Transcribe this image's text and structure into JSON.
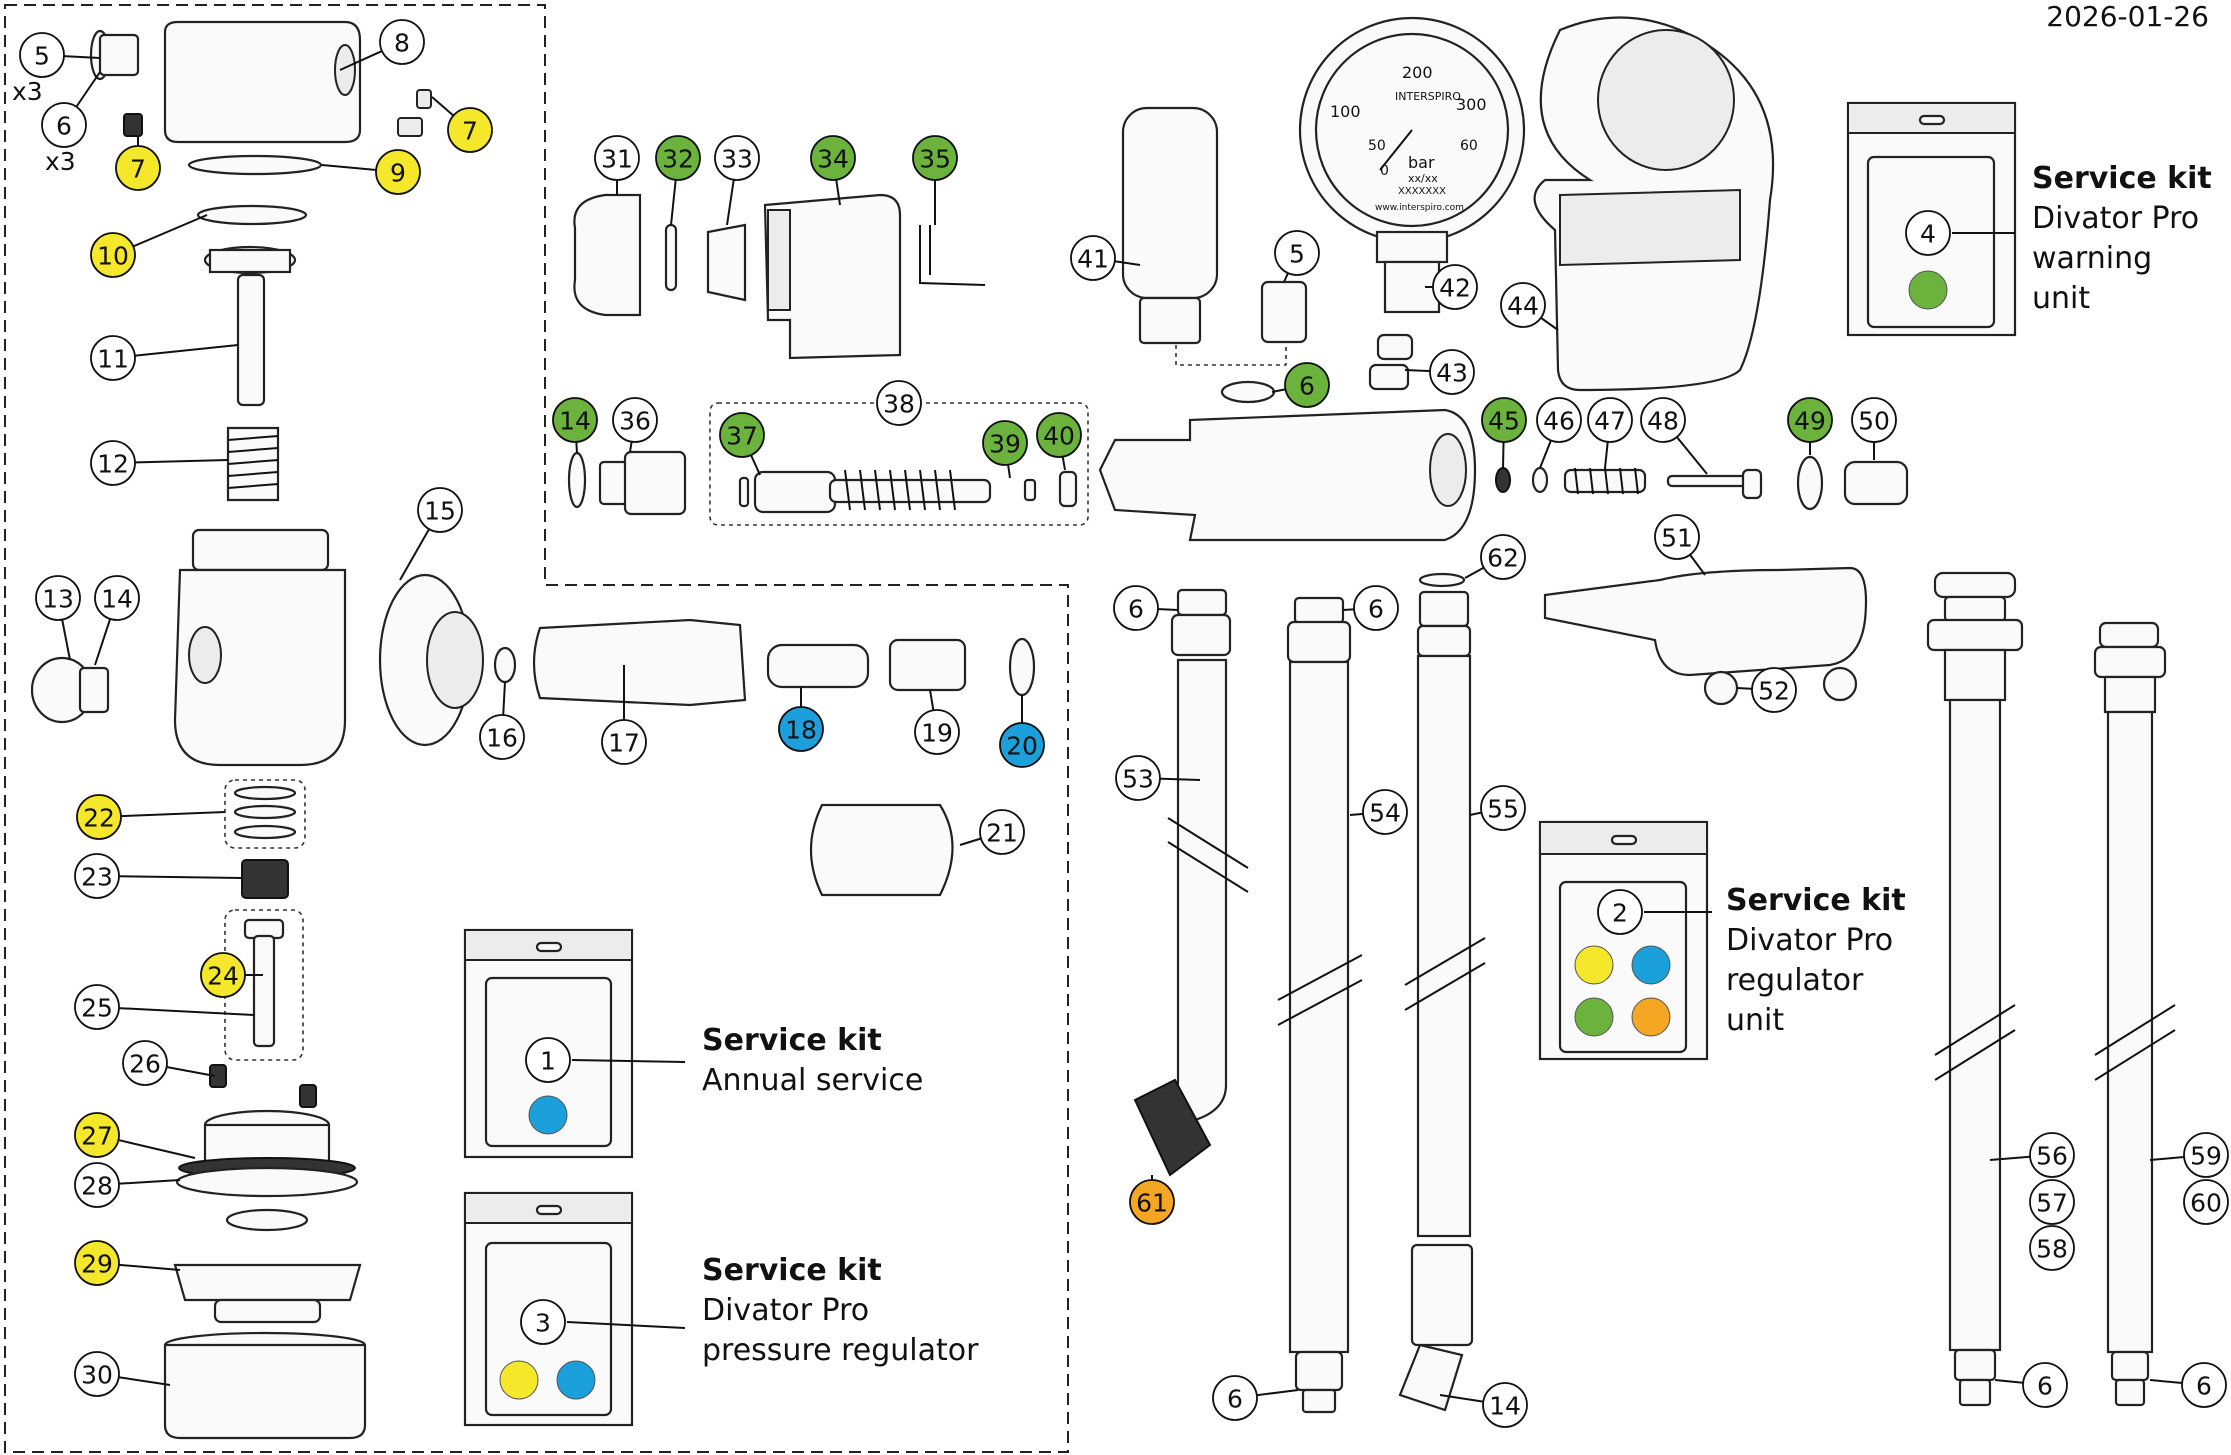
{
  "date": "2026-01-26",
  "colors": {
    "yellow": "#f5e82a",
    "green": "#6cb33e",
    "blue": "#1ba0dc",
    "orange": "#f5a623"
  },
  "kits": [
    {
      "number": "1",
      "title": "Service kit",
      "lines": [
        "Annual service"
      ],
      "dots": [
        "blue"
      ]
    },
    {
      "number": "2",
      "title": "Service kit",
      "lines": [
        "Divator Pro",
        "regulator",
        "unit"
      ],
      "dots": [
        "yellow",
        "blue",
        "green",
        "orange"
      ]
    },
    {
      "number": "3",
      "title": "Service kit",
      "lines": [
        "Divator Pro",
        "pressure regulator"
      ],
      "dots": [
        "yellow",
        "blue"
      ]
    },
    {
      "number": "4",
      "title": "Service kit",
      "lines": [
        "Divator Pro",
        "warning",
        "unit"
      ],
      "dots": [
        "green"
      ]
    }
  ],
  "multipliers": [
    "x3",
    "x3"
  ],
  "gauge": {
    "brand": "INTERSPIRO",
    "unit": "bar",
    "ticks_outer": [
      "100",
      "200",
      "300"
    ],
    "ticks_inner": [
      "50",
      "60"
    ],
    "zero": "0",
    "code": "xx/xx",
    "serial": "XXXXXXX",
    "web": "www.interspiro.com"
  },
  "callouts": [
    {
      "n": "5",
      "c": "white"
    },
    {
      "n": "6",
      "c": "white"
    },
    {
      "n": "8",
      "c": "white"
    },
    {
      "n": "7",
      "c": "yellow"
    },
    {
      "n": "7",
      "c": "yellow"
    },
    {
      "n": "9",
      "c": "yellow"
    },
    {
      "n": "10",
      "c": "yellow"
    },
    {
      "n": "11",
      "c": "white"
    },
    {
      "n": "12",
      "c": "white"
    },
    {
      "n": "13",
      "c": "white"
    },
    {
      "n": "14",
      "c": "white"
    },
    {
      "n": "15",
      "c": "white"
    },
    {
      "n": "16",
      "c": "white"
    },
    {
      "n": "17",
      "c": "white"
    },
    {
      "n": "18",
      "c": "blue"
    },
    {
      "n": "19",
      "c": "white"
    },
    {
      "n": "20",
      "c": "blue"
    },
    {
      "n": "21",
      "c": "white"
    },
    {
      "n": "22",
      "c": "yellow"
    },
    {
      "n": "23",
      "c": "white"
    },
    {
      "n": "24",
      "c": "yellow"
    },
    {
      "n": "25",
      "c": "white"
    },
    {
      "n": "26",
      "c": "white"
    },
    {
      "n": "27",
      "c": "yellow"
    },
    {
      "n": "28",
      "c": "white"
    },
    {
      "n": "29",
      "c": "yellow"
    },
    {
      "n": "30",
      "c": "white"
    },
    {
      "n": "31",
      "c": "white"
    },
    {
      "n": "32",
      "c": "green"
    },
    {
      "n": "33",
      "c": "white"
    },
    {
      "n": "34",
      "c": "green"
    },
    {
      "n": "35",
      "c": "green"
    },
    {
      "n": "14",
      "c": "green"
    },
    {
      "n": "36",
      "c": "white"
    },
    {
      "n": "37",
      "c": "green"
    },
    {
      "n": "38",
      "c": "white"
    },
    {
      "n": "39",
      "c": "green"
    },
    {
      "n": "40",
      "c": "green"
    },
    {
      "n": "41",
      "c": "white"
    },
    {
      "n": "5",
      "c": "white"
    },
    {
      "n": "42",
      "c": "white"
    },
    {
      "n": "43",
      "c": "white"
    },
    {
      "n": "6",
      "c": "green"
    },
    {
      "n": "44",
      "c": "white"
    },
    {
      "n": "45",
      "c": "green"
    },
    {
      "n": "46",
      "c": "white"
    },
    {
      "n": "47",
      "c": "white"
    },
    {
      "n": "48",
      "c": "white"
    },
    {
      "n": "49",
      "c": "green"
    },
    {
      "n": "50",
      "c": "white"
    },
    {
      "n": "62",
      "c": "white"
    },
    {
      "n": "51",
      "c": "white"
    },
    {
      "n": "52",
      "c": "white"
    },
    {
      "n": "6",
      "c": "white"
    },
    {
      "n": "6",
      "c": "white"
    },
    {
      "n": "53",
      "c": "white"
    },
    {
      "n": "54",
      "c": "white"
    },
    {
      "n": "55",
      "c": "white"
    },
    {
      "n": "61",
      "c": "orange"
    },
    {
      "n": "6",
      "c": "white"
    },
    {
      "n": "14",
      "c": "white"
    },
    {
      "n": "6",
      "c": "white"
    },
    {
      "n": "6",
      "c": "white"
    },
    {
      "n": "56",
      "c": "white"
    },
    {
      "n": "57",
      "c": "white"
    },
    {
      "n": "58",
      "c": "white"
    },
    {
      "n": "59",
      "c": "white"
    },
    {
      "n": "60",
      "c": "white"
    }
  ]
}
